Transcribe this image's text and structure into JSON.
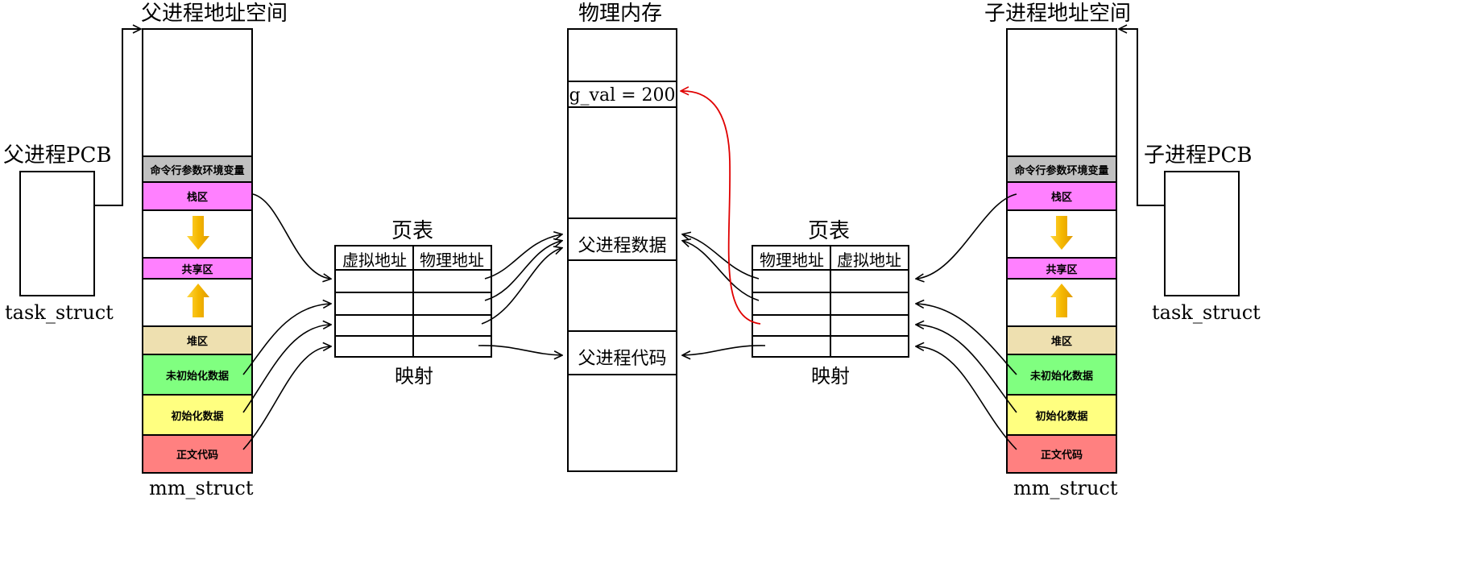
{
  "parent": {
    "space_title": "父进程地址空间",
    "pcb_label": "父进程PCB",
    "task_struct_label": "task_struct",
    "mm_struct_label": "mm_struct",
    "segments": {
      "args_env": "命令行参数环境变量",
      "stack": "栈区",
      "shared": "共享区",
      "heap": "堆区",
      "bss": "未初始化数据",
      "data": "初始化数据",
      "text": "正文代码"
    }
  },
  "child": {
    "space_title": "子进程地址空间",
    "pcb_label": "子进程PCB",
    "task_struct_label": "task_struct",
    "mm_struct_label": "mm_struct",
    "segments": {
      "args_env": "命令行参数环境变量",
      "stack": "栈区",
      "shared": "共享区",
      "heap": "堆区",
      "bss": "未初始化数据",
      "data": "初始化数据",
      "text": "正文代码"
    }
  },
  "page_table_left": {
    "title": "页表",
    "col_virtual": "虚拟地址",
    "col_physical": "物理地址",
    "caption": "映射"
  },
  "page_table_right": {
    "title": "页表",
    "col_physical": "物理地址",
    "col_virtual": "虚拟地址",
    "caption": "映射"
  },
  "physical_memory": {
    "title": "物理内存",
    "g_val": "g_val = 200",
    "parent_data": "父进程数据",
    "parent_code": "父进程代码"
  },
  "colors": {
    "args_env": "#c0c0c0",
    "stack": "#ff80ff",
    "shared": "#ff80ff",
    "heap": "#eee0b0",
    "bss": "#80ff80",
    "data": "#ffff80",
    "text": "#ff8080",
    "red_arrow": "#e00000",
    "growth_arrow": "#f5b800"
  }
}
